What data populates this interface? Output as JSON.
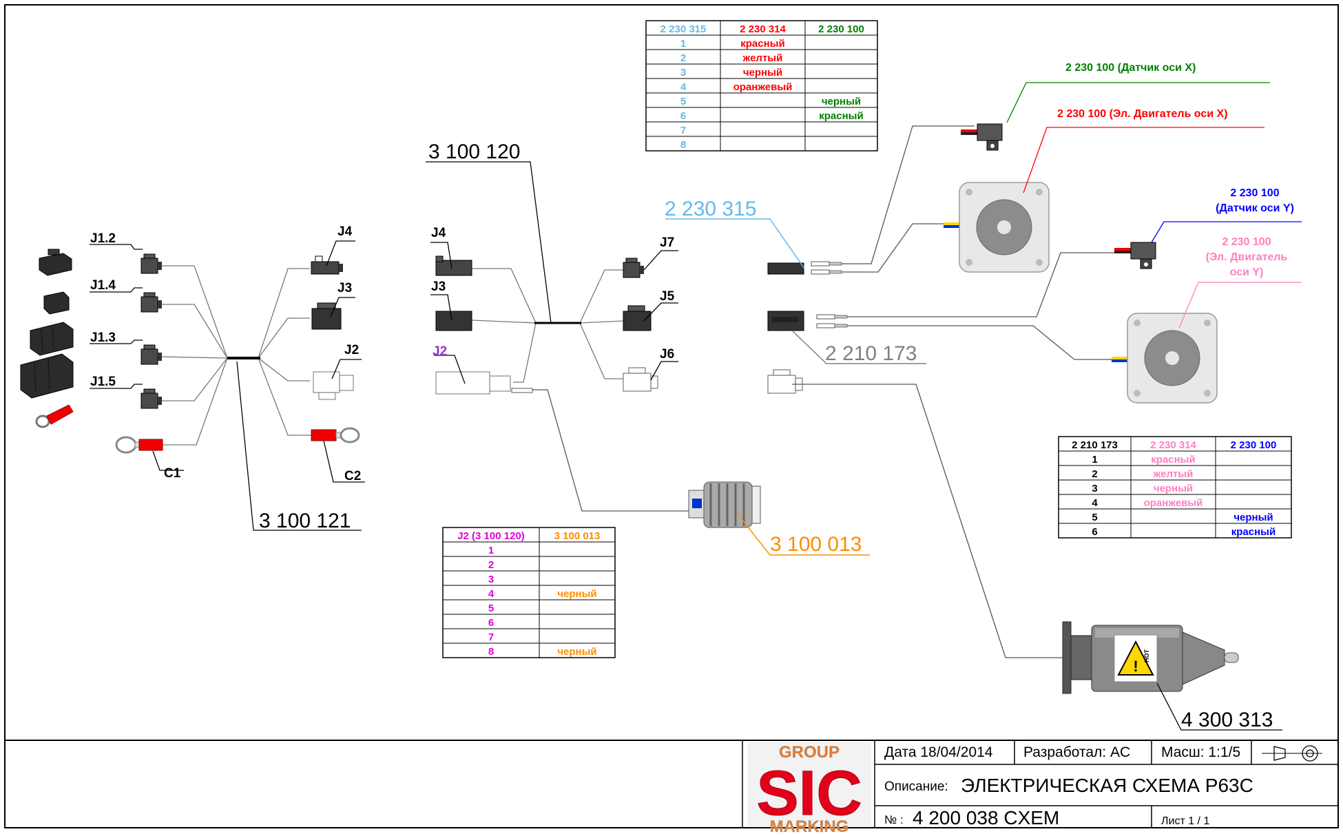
{
  "diagram": {
    "ref_3100120": "3 100 120",
    "ref_3100121": "3 100 121",
    "ref_2230315": "2 230 315",
    "ref_2210173": "2 210 173",
    "ref_3100013": "3 100 013",
    "ref_4300313": "4 300 313",
    "label_sensor_x": "2 230 100 (Датчик оси X)",
    "label_motor_x": "2 230 100 (Эл. Двигатель оси X)",
    "label_sensor_y_1": "2 230 100",
    "label_sensor_y_2": "(Датчик оси Y)",
    "label_motor_y_1": "2 230 100",
    "label_motor_y_2": "(Эл. Двигатель",
    "label_motor_y_3": "оси Y)",
    "harness_121": {
      "j12": "J1.2",
      "j14": "J1.4",
      "j13": "J1.3",
      "j15": "J1.5",
      "c1": "C1",
      "c2": "C2",
      "j4": "J4",
      "j3": "J3",
      "j2": "J2"
    },
    "harness_120": {
      "j4": "J4",
      "j3": "J3",
      "j2": "J2",
      "j7": "J7",
      "j5": "J5",
      "j6": "J6"
    }
  },
  "tables": {
    "top": {
      "headers": [
        "2 230 315",
        "2 230 314",
        "2 230 100"
      ],
      "rows": [
        [
          "1",
          "красный",
          ""
        ],
        [
          "2",
          "желтый",
          ""
        ],
        [
          "3",
          "черный",
          ""
        ],
        [
          "4",
          "оранжевый",
          ""
        ],
        [
          "5",
          "",
          "черный"
        ],
        [
          "6",
          "",
          "красный"
        ],
        [
          "7",
          "",
          ""
        ],
        [
          "8",
          "",
          ""
        ]
      ]
    },
    "j2": {
      "headers": [
        "J2 (3 100 120)",
        "3 100 013"
      ],
      "rows": [
        [
          "1",
          ""
        ],
        [
          "2",
          ""
        ],
        [
          "3",
          ""
        ],
        [
          "4",
          "черный"
        ],
        [
          "5",
          ""
        ],
        [
          "6",
          ""
        ],
        [
          "7",
          ""
        ],
        [
          "8",
          "черный"
        ]
      ]
    },
    "right": {
      "headers": [
        "2 210 173",
        "2 230 314",
        "2 230 100"
      ],
      "rows": [
        [
          "1",
          "красный",
          ""
        ],
        [
          "2",
          "желтый",
          ""
        ],
        [
          "3",
          "черный",
          ""
        ],
        [
          "4",
          "оранжевый",
          ""
        ],
        [
          "5",
          "",
          "черный"
        ],
        [
          "6",
          "",
          "красный"
        ]
      ]
    }
  },
  "title_block": {
    "logo_top": "GROUP",
    "logo_main": "SIC",
    "logo_bottom": "MARKING",
    "date": "Дата 18/04/2014",
    "author": "Разработал: AC",
    "scale": "Масш: 1:1/5",
    "description_label": "Описание:",
    "description": "ЭЛЕКТРИЧЕСКАЯ СХЕМА P63C",
    "number_label": "№ :",
    "number": "4 200 038 CXEM",
    "sheet": "Лист 1 / 1"
  },
  "warning_text": "HOT",
  "colors": {
    "cyan": "#1E90FF",
    "red": "#FF0000",
    "green": "#008000",
    "blue": "#0000FF",
    "pink": "#FF7FBF",
    "magenta": "#DD00DD",
    "orange": "#FF8C00",
    "purple": "#9933CC",
    "sky": "#66B8E8",
    "gray": "#808080"
  },
  "icons": [
    "connector-icon",
    "ring-terminal-icon",
    "stepper-motor-icon",
    "sensor-icon",
    "marking-head-icon",
    "solenoid-connector-icon",
    "projection-symbol-icon",
    "warning-icon"
  ]
}
